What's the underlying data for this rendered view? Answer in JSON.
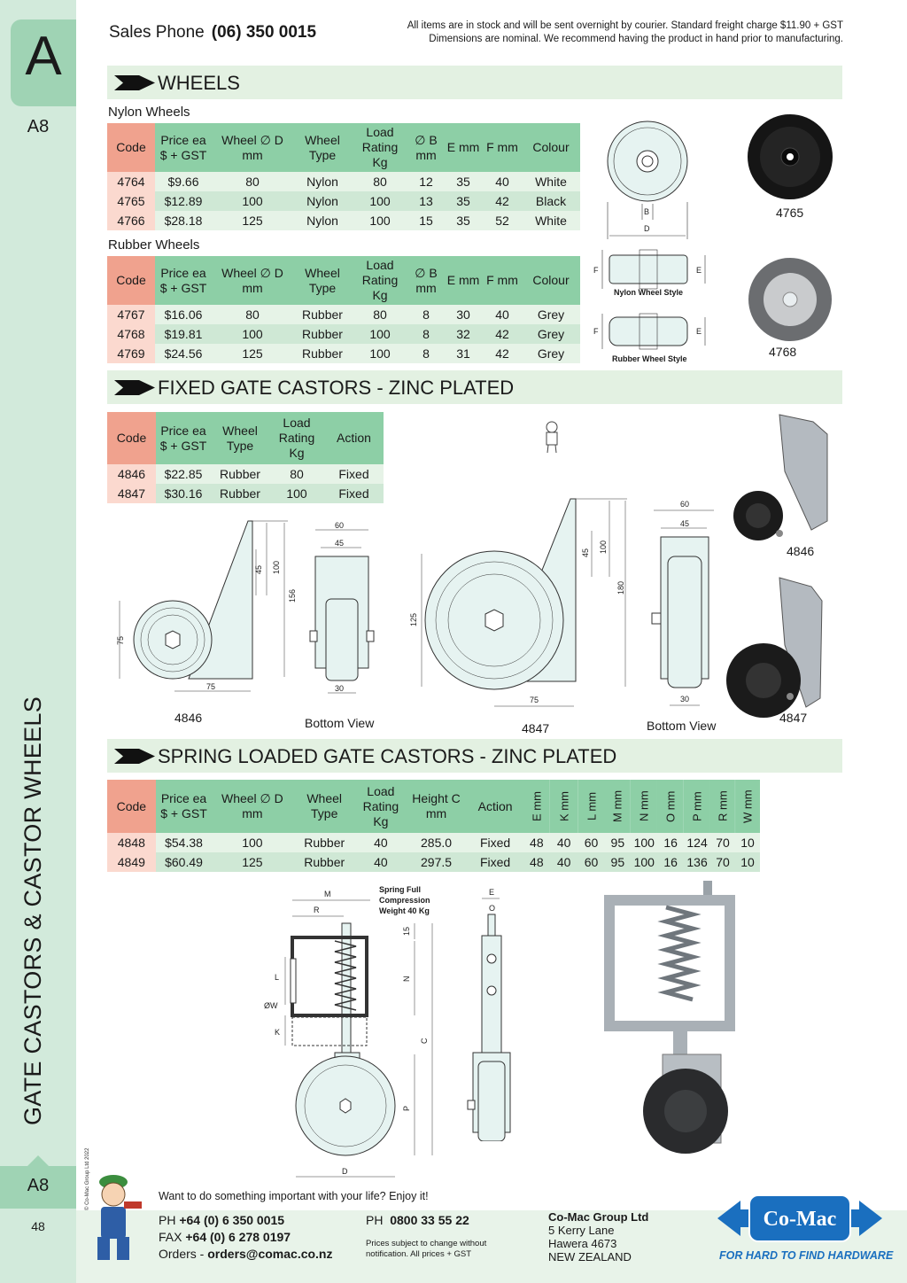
{
  "sidebar": {
    "section_letter": "A",
    "page_code_top": "A8",
    "vertical_title": "GATE CASTORS & CASTOR WHEELS",
    "copyright": "© Co-Mac Group Ltd 2022",
    "page_code_bottom": "A8",
    "page_number": "48"
  },
  "header": {
    "sales_label": "Sales Phone",
    "sales_number": "(06) 350 0015",
    "notice_line1": "All items are in stock and will be sent overnight by courier. Standard freight charge $11.90 + GST",
    "notice_line2": "Dimensions are nominal. We recommend having the product in hand prior to manufacturing."
  },
  "sections": {
    "wheels": "WHEELS",
    "fixed": "FIXED GATE CASTORS - ZINC PLATED",
    "spring": "SPRING LOADED GATE CASTORS - ZINC PLATED"
  },
  "nylon": {
    "title": "Nylon Wheels",
    "headers": [
      "Code",
      "Price ea $ + GST",
      "Wheel ∅ D mm",
      "Wheel Type",
      "Load Rating Kg",
      "∅ B mm",
      "E mm",
      "F mm",
      "Colour"
    ],
    "rows": [
      [
        "4764",
        "$9.66",
        "80",
        "Nylon",
        "80",
        "12",
        "35",
        "40",
        "White"
      ],
      [
        "4765",
        "$12.89",
        "100",
        "Nylon",
        "100",
        "13",
        "35",
        "42",
        "Black"
      ],
      [
        "4766",
        "$28.18",
        "125",
        "Nylon",
        "100",
        "15",
        "35",
        "52",
        "White"
      ]
    ]
  },
  "rubber": {
    "title": "Rubber Wheels",
    "headers": [
      "Code",
      "Price ea $ + GST",
      "Wheel ∅ D mm",
      "Wheel Type",
      "Load Rating Kg",
      "∅ B mm",
      "E mm",
      "F mm",
      "Colour"
    ],
    "rows": [
      [
        "4767",
        "$16.06",
        "80",
        "Rubber",
        "80",
        "8",
        "30",
        "40",
        "Grey"
      ],
      [
        "4768",
        "$19.81",
        "100",
        "Rubber",
        "100",
        "8",
        "32",
        "42",
        "Grey"
      ],
      [
        "4769",
        "$24.56",
        "125",
        "Rubber",
        "100",
        "8",
        "31",
        "42",
        "Grey"
      ]
    ]
  },
  "fixed_table": {
    "headers": [
      "Code",
      "Price ea $ + GST",
      "Wheel Type",
      "Load Rating Kg",
      "Action"
    ],
    "rows": [
      [
        "4846",
        "$22.85",
        "Rubber",
        "80",
        "Fixed"
      ],
      [
        "4847",
        "$30.16",
        "Rubber",
        "100",
        "Fixed"
      ]
    ]
  },
  "spring_table": {
    "headers": [
      "Code",
      "Price ea $ + GST",
      "Wheel ∅ D mm",
      "Wheel Type",
      "Load Rating Kg",
      "Height C mm",
      "Action",
      "E mm",
      "K mm",
      "L mm",
      "M mm",
      "N mm",
      "O mm",
      "P mm",
      "R mm",
      "W mm"
    ],
    "rows": [
      [
        "4848",
        "$54.38",
        "100",
        "Rubber",
        "40",
        "285.0",
        "Fixed",
        "48",
        "40",
        "60",
        "95",
        "100",
        "16",
        "124",
        "70",
        "10"
      ],
      [
        "4849",
        "$60.49",
        "125",
        "Rubber",
        "40",
        "297.5",
        "Fixed",
        "48",
        "40",
        "60",
        "95",
        "100",
        "16",
        "136",
        "70",
        "10"
      ]
    ]
  },
  "captions": {
    "photo_4765": "4765",
    "photo_4768": "4768",
    "nylon_style": "Nylon Wheel Style",
    "rubber_style": "Rubber Wheel Style",
    "drawing_4846": "4846",
    "bottom_view_1": "Bottom View",
    "drawing_4847": "4847",
    "bottom_view_2": "Bottom View",
    "photo_4846": "4846",
    "photo_4847": "4847",
    "spring_note_1": "Spring Full",
    "spring_note_2": "Compression",
    "spring_note_3": "Weight 40 Kg"
  },
  "dims": {
    "b": "B",
    "d": "D",
    "e": "E",
    "f": "F",
    "d60": "60",
    "d45": "45",
    "d100": "100",
    "d156": "156",
    "d75": "75",
    "d30": "30",
    "d125": "125",
    "d180": "180",
    "m": "M",
    "r": "R",
    "l": "L",
    "w": "ØW",
    "k": "K",
    "n": "N",
    "c": "C",
    "p": "P",
    "o": "O",
    "d15": "15"
  },
  "footer": {
    "tagline": "Want to do something important with your life? Enjoy it!",
    "ph_label": "PH",
    "ph_value": "+64 (0) 6 350 0015",
    "fax_label": "FAX",
    "fax_value": "+64 (0) 6 278 0197",
    "orders_label": "Orders -",
    "orders_value": "orders@comac.co.nz",
    "ph2_label": "PH",
    "ph2_value": "0800 33 55 22",
    "prices_note_1": "Prices subject to change without",
    "prices_note_2": "notification. All prices + GST",
    "company": "Co-Mac Group Ltd",
    "addr1": "5 Kerry Lane",
    "addr2": "Hawera 4673",
    "addr3": "NEW ZEALAND",
    "logo": "Co-Mac",
    "logo_sub": "FOR HARD TO FIND HARDWARE"
  },
  "colors": {
    "sidebar": "#d2eadb",
    "tab": "#9fd3b4",
    "header_green": "#8dcfa6",
    "code_salmon": "#f0a28e",
    "section_bar": "#e3f1e2",
    "brand_blue": "#1a6fbf"
  }
}
